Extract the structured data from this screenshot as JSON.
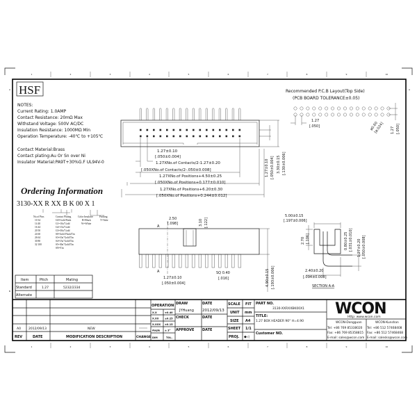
{
  "frame": {
    "columns": [
      "1",
      "2",
      "3",
      "4",
      "5",
      "6",
      "7",
      "8",
      "9",
      "10"
    ],
    "rows": [
      "A",
      "B"
    ]
  },
  "logo_hsf": "HSF",
  "notes": {
    "heading": "NOTES:",
    "lines": [
      "Current Rating: 1.0AMP",
      "Contact Resistance: 20mΩ Max",
      "Withstand Voltage: 500V AC/DC",
      "Insulation Resistance: 1000MΩ Min",
      "Operation Temperature: -40℃ to +105℃"
    ],
    "materials": [
      "Contact Material:Brass",
      "Contact plating:Au Or Sn over Ni",
      "Insulator Material:PA9T+30%G.F UL94V-0"
    ]
  },
  "ordering": {
    "title": "Ordering Information",
    "code": "3130-XX R XX B K 00 X 1",
    "pins_label": "No.of Pins",
    "pins": [
      "10  34",
      "14  40",
      "16  44",
      "20  50",
      "24  60",
      "26  64",
      "30  80",
      "32  100"
    ],
    "plating_label": "Contact Plating",
    "plating": [
      "G0=Gold Flash",
      "G1=10u\"Gold",
      "G4=15u\"Gold",
      "G3=30u\"Gold",
      "S0=Gold Flash/Tin",
      "S3=10u\"Gold/Tin",
      "S4=15u\"Gold/Tin",
      "S5=30u\"Gold/Tin",
      "SN=Tin"
    ],
    "color_label": "Color Insulator",
    "colors": [
      "B=Black",
      "W=White"
    ],
    "packing_label": "Packing",
    "packing": [
      "T=Tube"
    ]
  },
  "mating_table": {
    "headers": [
      "Item",
      "Pitch",
      "Mating"
    ],
    "rows": [
      [
        "Standard",
        "1.27",
        "5232/2334"
      ],
      [
        "Alternate",
        "",
        ""
      ]
    ]
  },
  "pcb_layout": {
    "title": "Recommended P.C.B Layout(Top Side)",
    "tolerance": "(PCB BOARD TOLERANCE±0.05)",
    "pitch": "1.27",
    "pitch_in": "[.050]",
    "hole": "ø0.60",
    "hole_in": "[ø.024]",
    "row_pitch": "1.27",
    "row_pitch_in": "[.050]",
    "hole_count_per_row": 16
  },
  "top_view_dims": {
    "d1": "1.27±0.10",
    "d1_in": "[.050±0.004]",
    "d2": "1.27XNo.of Contacts/2-1.27±0.20",
    "d2_in": "[.050XNo.of Contacts/2-.050±0.008]",
    "d3": "1.27XNo.of Positions+4.50±0.25",
    "d3_in": "[.050XNo.of Positions+0.177±0.010]",
    "d4": "1.27XNo.of Positions+6.20±0.30",
    "d4_in": "[.050XNo.of Positions+0.244±0.012]",
    "v1": "1.27±0.10",
    "v1_in": "[.050±0.004]",
    "v2": "3.30±0.15",
    "v2_in": "[.130±0.006]"
  },
  "side_view_dims": {
    "w": "2.50",
    "w_in": "[.098]",
    "h": "3.10",
    "h_in": "[.122]",
    "section_mark": "A",
    "pitch": "1.27±0.10",
    "pitch_in": "[.050±0.004]",
    "pin": "SQ 0.40",
    "pin_in": "[.016]",
    "height": "4.90±0.15",
    "height_in": "[.193±0.006]"
  },
  "section": {
    "label": "SECTION A-A",
    "w": "5.00±0.15",
    "w_in": "[.197±0.006]",
    "h": "2.70",
    "h_in": "[.106]",
    "t": "0.80±0.25",
    "t_in": "[.031±0.010]",
    "p": "1.27±0.20",
    "p_in": "[.050±0.008]",
    "l": "2.40±0.20",
    "l_in": "[.094±0.008]"
  },
  "revision": {
    "entry": {
      "rev": "A0",
      "date": "2012/09/13",
      "desc": "NEW"
    },
    "headers": {
      "rev": "REV",
      "date": "DATE",
      "desc": "MODIFICATION DESCRIPTION",
      "change": "CHANGE"
    }
  },
  "title_block": {
    "operation": "OPERATION",
    "tolerances": [
      [
        "X.X",
        "±0.40"
      ],
      [
        "X.XX",
        "±0.25"
      ],
      [
        "X.XXX",
        "±0.15"
      ],
      [
        "Angle",
        "± 3°"
      ]
    ],
    "dim": "DIM",
    "tol": "TOL.",
    "draw": "DRAW",
    "drawer": "JYHuang",
    "date_label": "DATE",
    "date": "2012/09/13",
    "check": "CHECK",
    "approve": "APPROVE",
    "scale_label": "SCALE",
    "scale": "FIT",
    "unit_label": "UNIT",
    "unit": "mm",
    "size_label": "SIZE",
    "size": "A4",
    "sheet_label": "SHEET",
    "sheet": "1/1",
    "proj_label": "PROJ.",
    "proj": "◆◁",
    "part_no_label": "PART NO.",
    "part_no": "3130-XXRXXBK00X1",
    "title_label": "TITLE:",
    "title": "1.27 BOX HEADER 90° H=4.90",
    "customer_label": "Customer NO."
  },
  "company": {
    "logo": "WCON",
    "url": "Http: www.wcon.com",
    "offices": [
      {
        "name": "WCON-Dongguan",
        "tel": "Tel: +86 769 85338020",
        "fax": "Fax: +86 769 85358815",
        "email": "E-mail: sales@wcon.com"
      },
      {
        "name": "WCON-Kunshan",
        "tel": "Tel: +86 512 57468408",
        "fax": "Fax: +86 512 57468468",
        "email": "E-mail: salesks@wcon.com"
      }
    ]
  }
}
